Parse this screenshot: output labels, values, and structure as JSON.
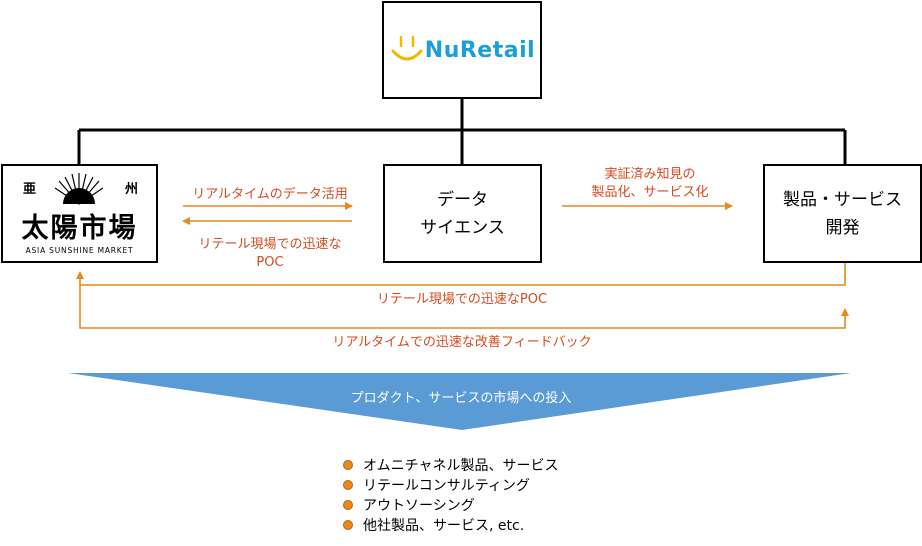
{
  "nodes": {
    "nuretail": {
      "logo_text": "NuRetail"
    },
    "asia_sunshine": {
      "small_left": "亜",
      "small_right": "州",
      "main": "太陽市場",
      "sub": "ASIA SUNSHINE MARKET"
    },
    "data_science": {
      "label": "データ\nサイエンス"
    },
    "product_dev": {
      "label": "製品・サービス\n開発"
    }
  },
  "edges": {
    "realtime_data": "リアルタイムのデータ活用",
    "retail_poc_back": "リテール現場での迅速な\nPOC",
    "knowledge": "実証済み知見の\n製品化、サービス化",
    "retail_poc_long": "リテール現場での迅速なPOC",
    "feedback": "リアルタイムでの迅速な改善フィードバック"
  },
  "banner": {
    "text": "プロダクト、サービスの市場への投入"
  },
  "bullets": [
    "オムニチャネル製品、サービス",
    "リテールコンサルティング",
    "アウトソーシング",
    "他社製品、サービス, etc."
  ],
  "colors": {
    "orange": "#e8891e",
    "blue": "#5b9bd5",
    "logo_blue": "#1aa0d8",
    "logo_yellow": "#f5b800"
  }
}
